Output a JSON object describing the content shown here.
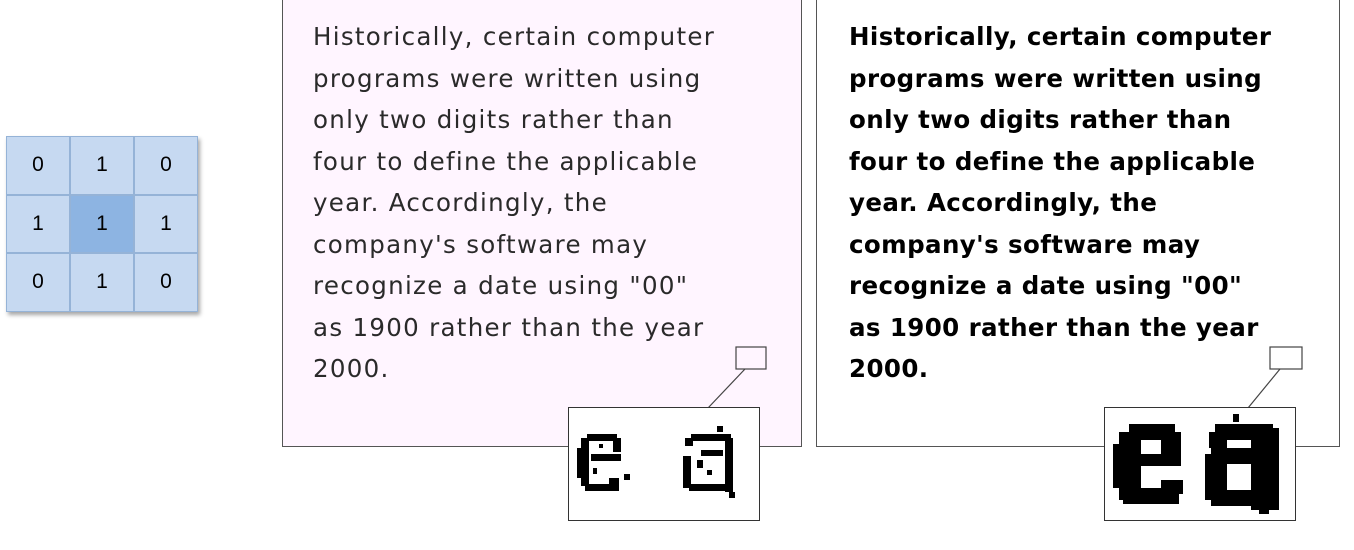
{
  "kernel": {
    "cells": [
      "0",
      "1",
      "0",
      "1",
      "1",
      "1",
      "0",
      "1",
      "0"
    ]
  },
  "panels": {
    "left": {
      "text": "Historically, certain computer\nprograms were written using\nonly two digits rather than\nfour to define the applicable\nyear. Accordingly, the\ncompany's software may\nrecognize a date using \"00\"\nas 1900 rather than the year\n2000."
    },
    "right": {
      "text": "Historically, certain computer\nprograms were written using\nonly two digits rather than\nfour to define the applicable\nyear. Accordingly, the\ncompany's software may\nrecognize a date using \"00\"\nas 1900 rather than the year\n2000."
    }
  },
  "insets": {
    "left": {
      "glyphs": "ea",
      "style": "eroded"
    },
    "right": {
      "glyphs": "ea",
      "style": "dilated"
    }
  },
  "colors": {
    "kernel_cell": "#c6d9f1",
    "kernel_center": "#8db4e2",
    "kernel_border": "#95b3d7",
    "left_panel_bg": "#fff5ff",
    "right_panel_bg": "#ffffff"
  }
}
